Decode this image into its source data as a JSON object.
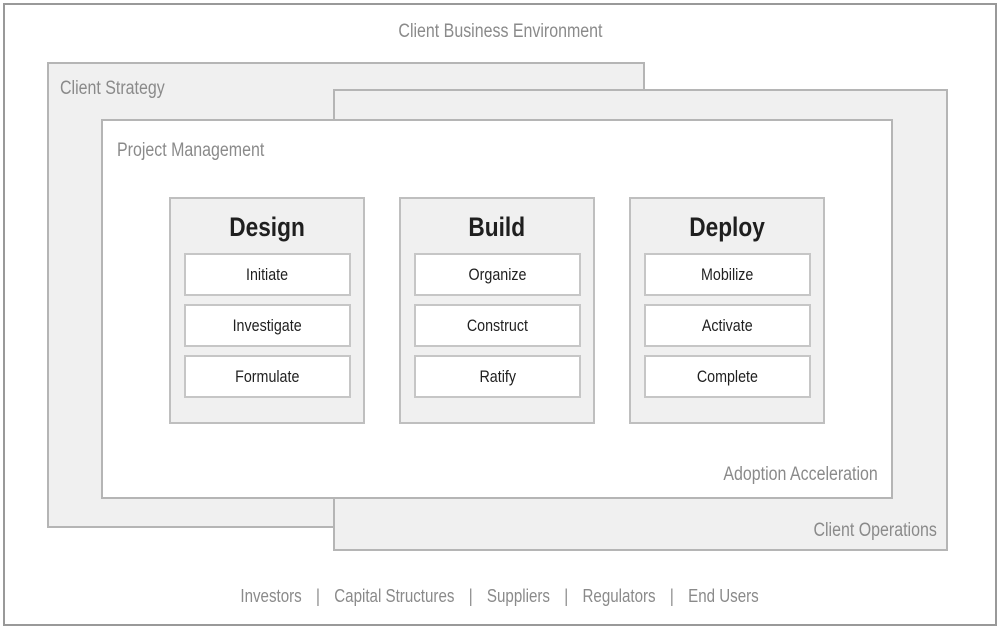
{
  "diagram": {
    "environment_label": "Client Business Environment",
    "strategy_label": "Client Strategy",
    "operations_label": "Client Operations",
    "project_label": "Project Management",
    "adoption_label": "Adoption Acceleration",
    "columns": [
      {
        "title": "Design",
        "items": [
          "Initiate",
          "Investigate",
          "Formulate"
        ]
      },
      {
        "title": "Build",
        "items": [
          "Organize",
          "Construct",
          "Ratify"
        ]
      },
      {
        "title": "Deploy",
        "items": [
          "Mobilize",
          "Activate",
          "Complete"
        ]
      }
    ],
    "footer_items": [
      "Investors",
      "Capital Structures",
      "Suppliers",
      "Regulators",
      "End Users"
    ],
    "footer_separator": "|",
    "colors": {
      "panel_fill": "#f0f0f0",
      "panel_border": "#b5b5b5",
      "outer_border": "#999999",
      "label_gray": "#8a8a8a",
      "text_black": "#1f1f1f",
      "item_border": "#c6c6c6"
    }
  }
}
